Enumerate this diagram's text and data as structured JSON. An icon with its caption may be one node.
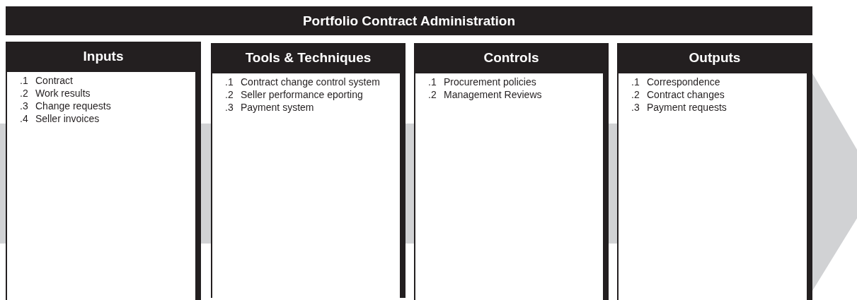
{
  "diagram": {
    "nodes": [
      {
        "text": [
          "Portfolio Contract Administration"
        ]
      },
      {
        "text": [
          "Inputs",
          ".1 Contract",
          ".2 Work results",
          ".3 Change requests",
          ".4 Seller invoices"
        ]
      },
      {
        "text": [
          "Tools & Techniques",
          ".1 Contract change control system",
          ".2 Seller performance eporting",
          ".3 Payment system"
        ]
      },
      {
        "text": [
          "Controls",
          ".1 Procurement policies",
          ".2 Management Reviews"
        ]
      },
      {
        "text": [
          "Outputs",
          ".1 Correspondence",
          ".2 Contract changes",
          ".3 Payment requests"
        ]
      }
    ]
  }
}
